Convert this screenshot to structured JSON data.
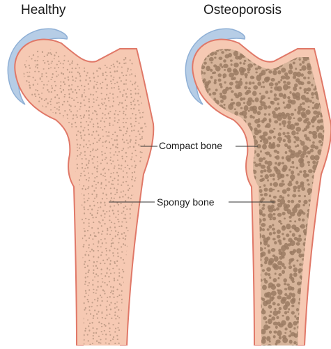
{
  "titles": {
    "healthy": "Healthy",
    "osteoporosis": "Osteoporosis"
  },
  "labels": {
    "compact_bone": "Compact bone",
    "spongy_bone": "Spongy bone"
  },
  "colors": {
    "bone_fill": "#f6c9b3",
    "bone_outline": "#e07868",
    "cartilage": "#b6cde6",
    "cartilage_edge": "#8fb0d6",
    "pore_healthy": "#b08f7a",
    "spongy_fill_osteo": "#d6b49a",
    "pore_osteo": "#9a7a62"
  }
}
